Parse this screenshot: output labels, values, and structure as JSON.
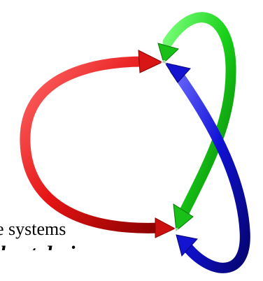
{
  "diagram": {
    "arrows": [
      {
        "name": "red-arrow",
        "color": "#e81a1a"
      },
      {
        "name": "green-arrow",
        "color": "#16d416"
      },
      {
        "name": "blue-arrow",
        "color": "#1010d8"
      }
    ]
  },
  "text": {
    "line1": "e systems",
    "line2": "bust design:"
  }
}
